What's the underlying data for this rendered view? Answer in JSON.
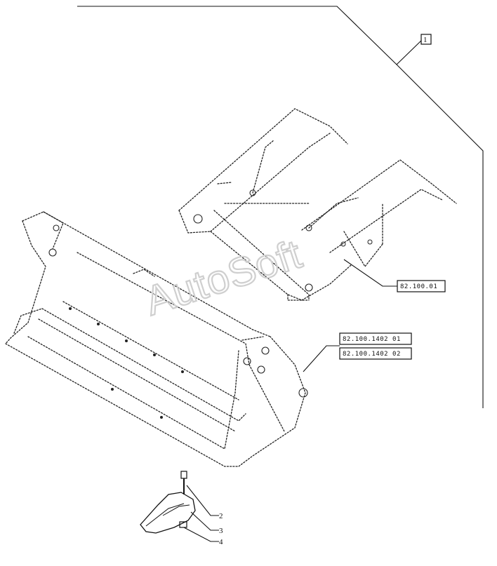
{
  "watermark": "AutoSoft",
  "group_badge": "1",
  "references": {
    "frame": "82.100.01",
    "bucket_a": "82.100.1402 01",
    "bucket_b": "82.100.1402 02"
  },
  "callouts": {
    "bolt": "2",
    "tooth": "3",
    "nut": "4"
  }
}
